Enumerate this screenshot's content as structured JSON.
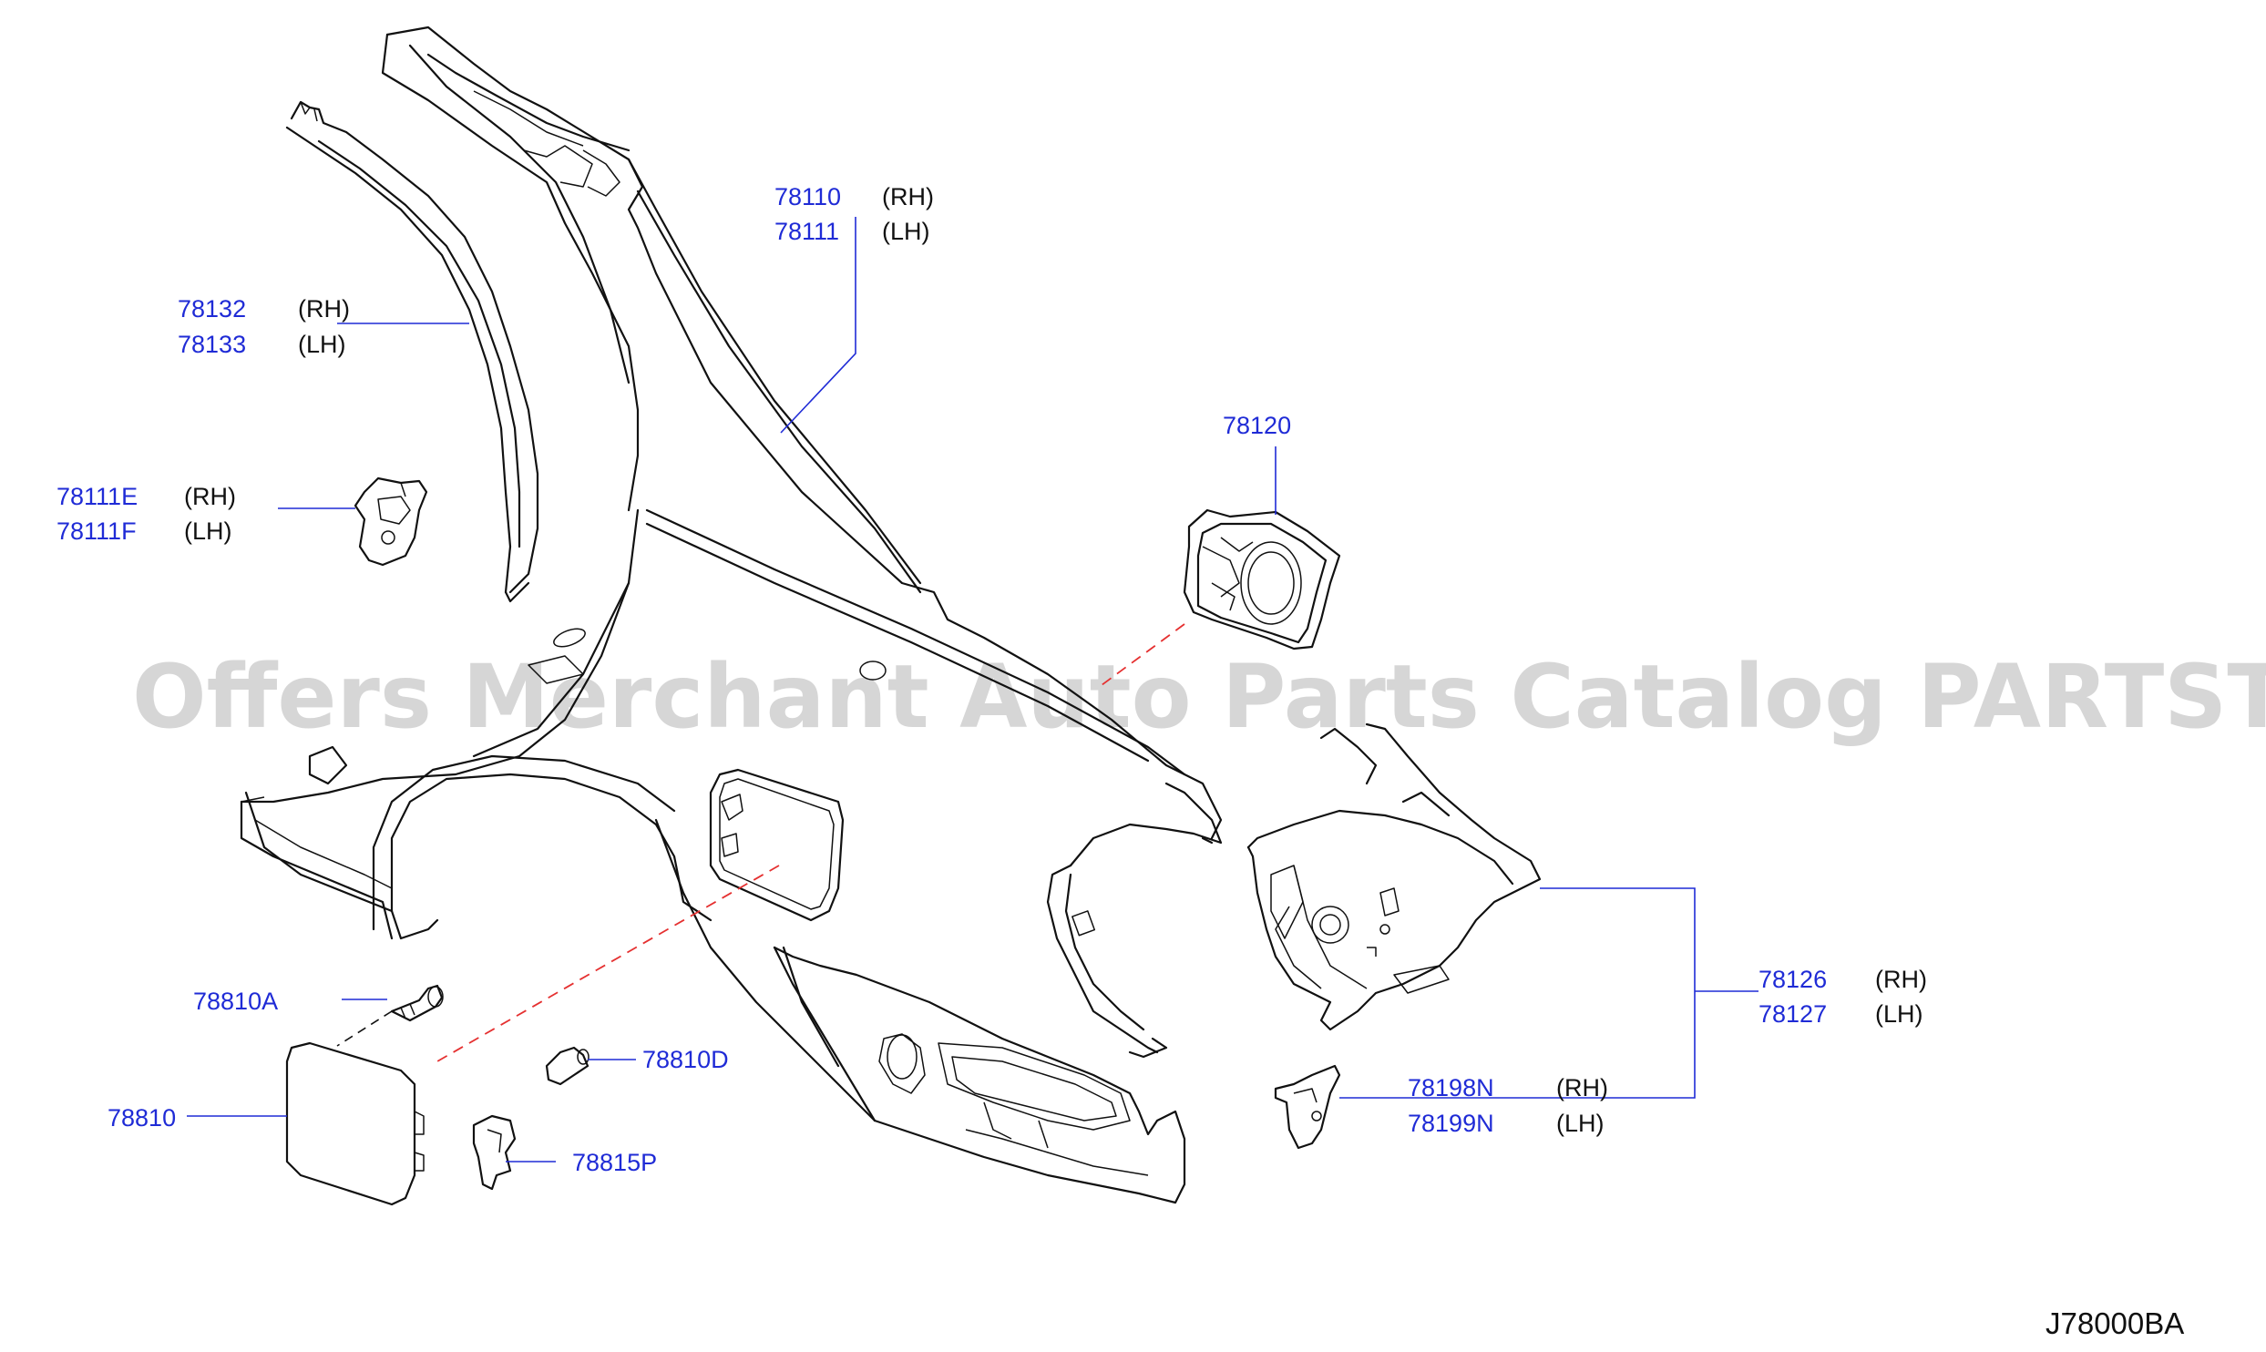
{
  "watermark": "Offers Merchant Auto Parts Catalog PARTSTORE.SA",
  "diagram_code": "J78000BA",
  "colors": {
    "part_number": "#1f2bd6",
    "text": "#111111",
    "dash_line": "#e53030",
    "watermark": "#cfcfcf"
  },
  "callouts": {
    "c78110": {
      "num1": "78110",
      "side1": "(RH)",
      "num2": "78111",
      "side2": "(LH)"
    },
    "c78132": {
      "num1": "78132",
      "side1": "(RH)",
      "num2": "78133",
      "side2": "(LH)"
    },
    "c78111E": {
      "num1": "78111E",
      "side1": "(RH)",
      "num2": "78111F",
      "side2": "(LH)"
    },
    "c78120": {
      "num1": "78120"
    },
    "c78126": {
      "num1": "78126",
      "side1": "(RH)",
      "num2": "78127",
      "side2": "(LH)"
    },
    "c78198": {
      "num1": "78198N",
      "side1": "(RH)",
      "num2": "78199N",
      "side2": "(LH)"
    },
    "c78810A": {
      "num1": "78810A"
    },
    "c78810D": {
      "num1": "78810D"
    },
    "c78810": {
      "num1": "78810"
    },
    "c78815P": {
      "num1": "78815P"
    }
  }
}
